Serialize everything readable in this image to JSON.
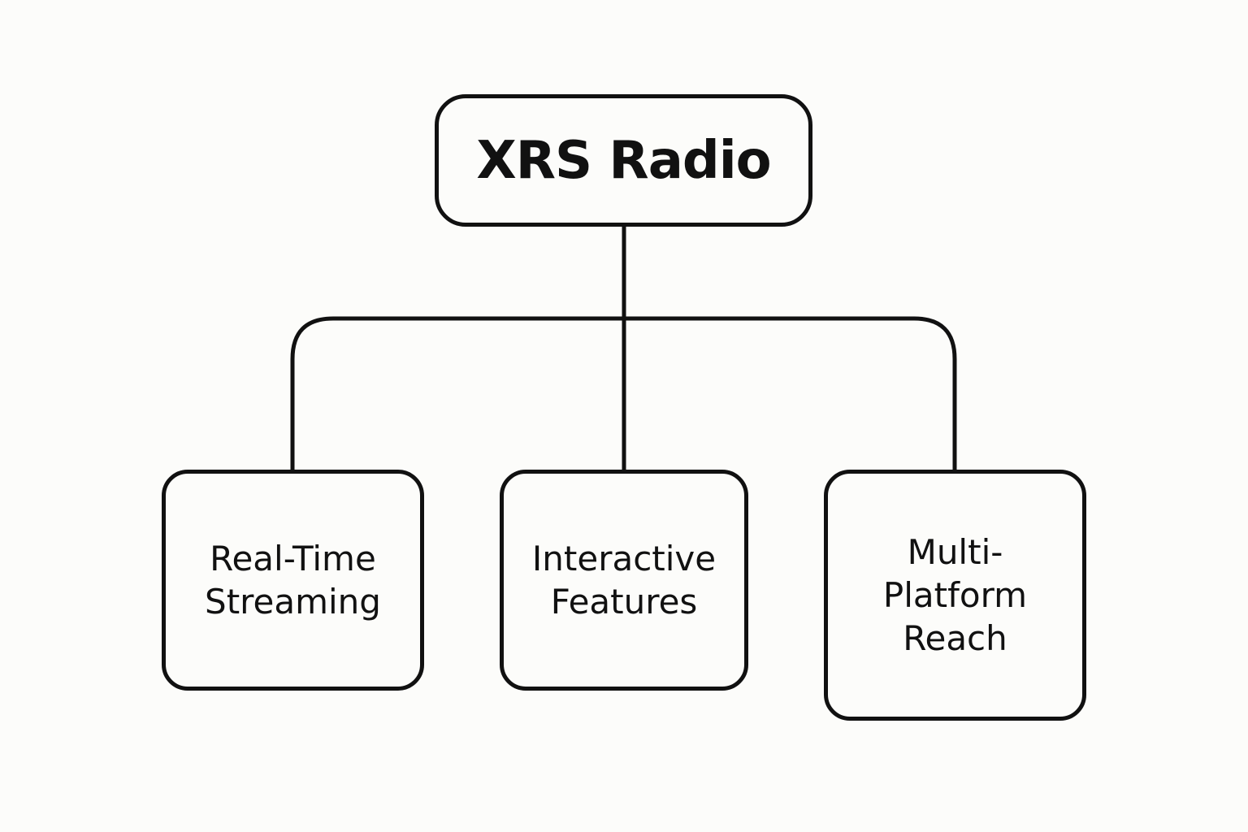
{
  "diagram": {
    "root": {
      "label": "XRS Radio"
    },
    "children": [
      {
        "label": "Real-Time\nStreaming"
      },
      {
        "label": "Interactive\nFeatures"
      },
      {
        "label": "Multi-\nPlatform\nReach"
      }
    ]
  },
  "colors": {
    "background": "#fcfcfa",
    "stroke": "#111111",
    "text": "#111111"
  }
}
